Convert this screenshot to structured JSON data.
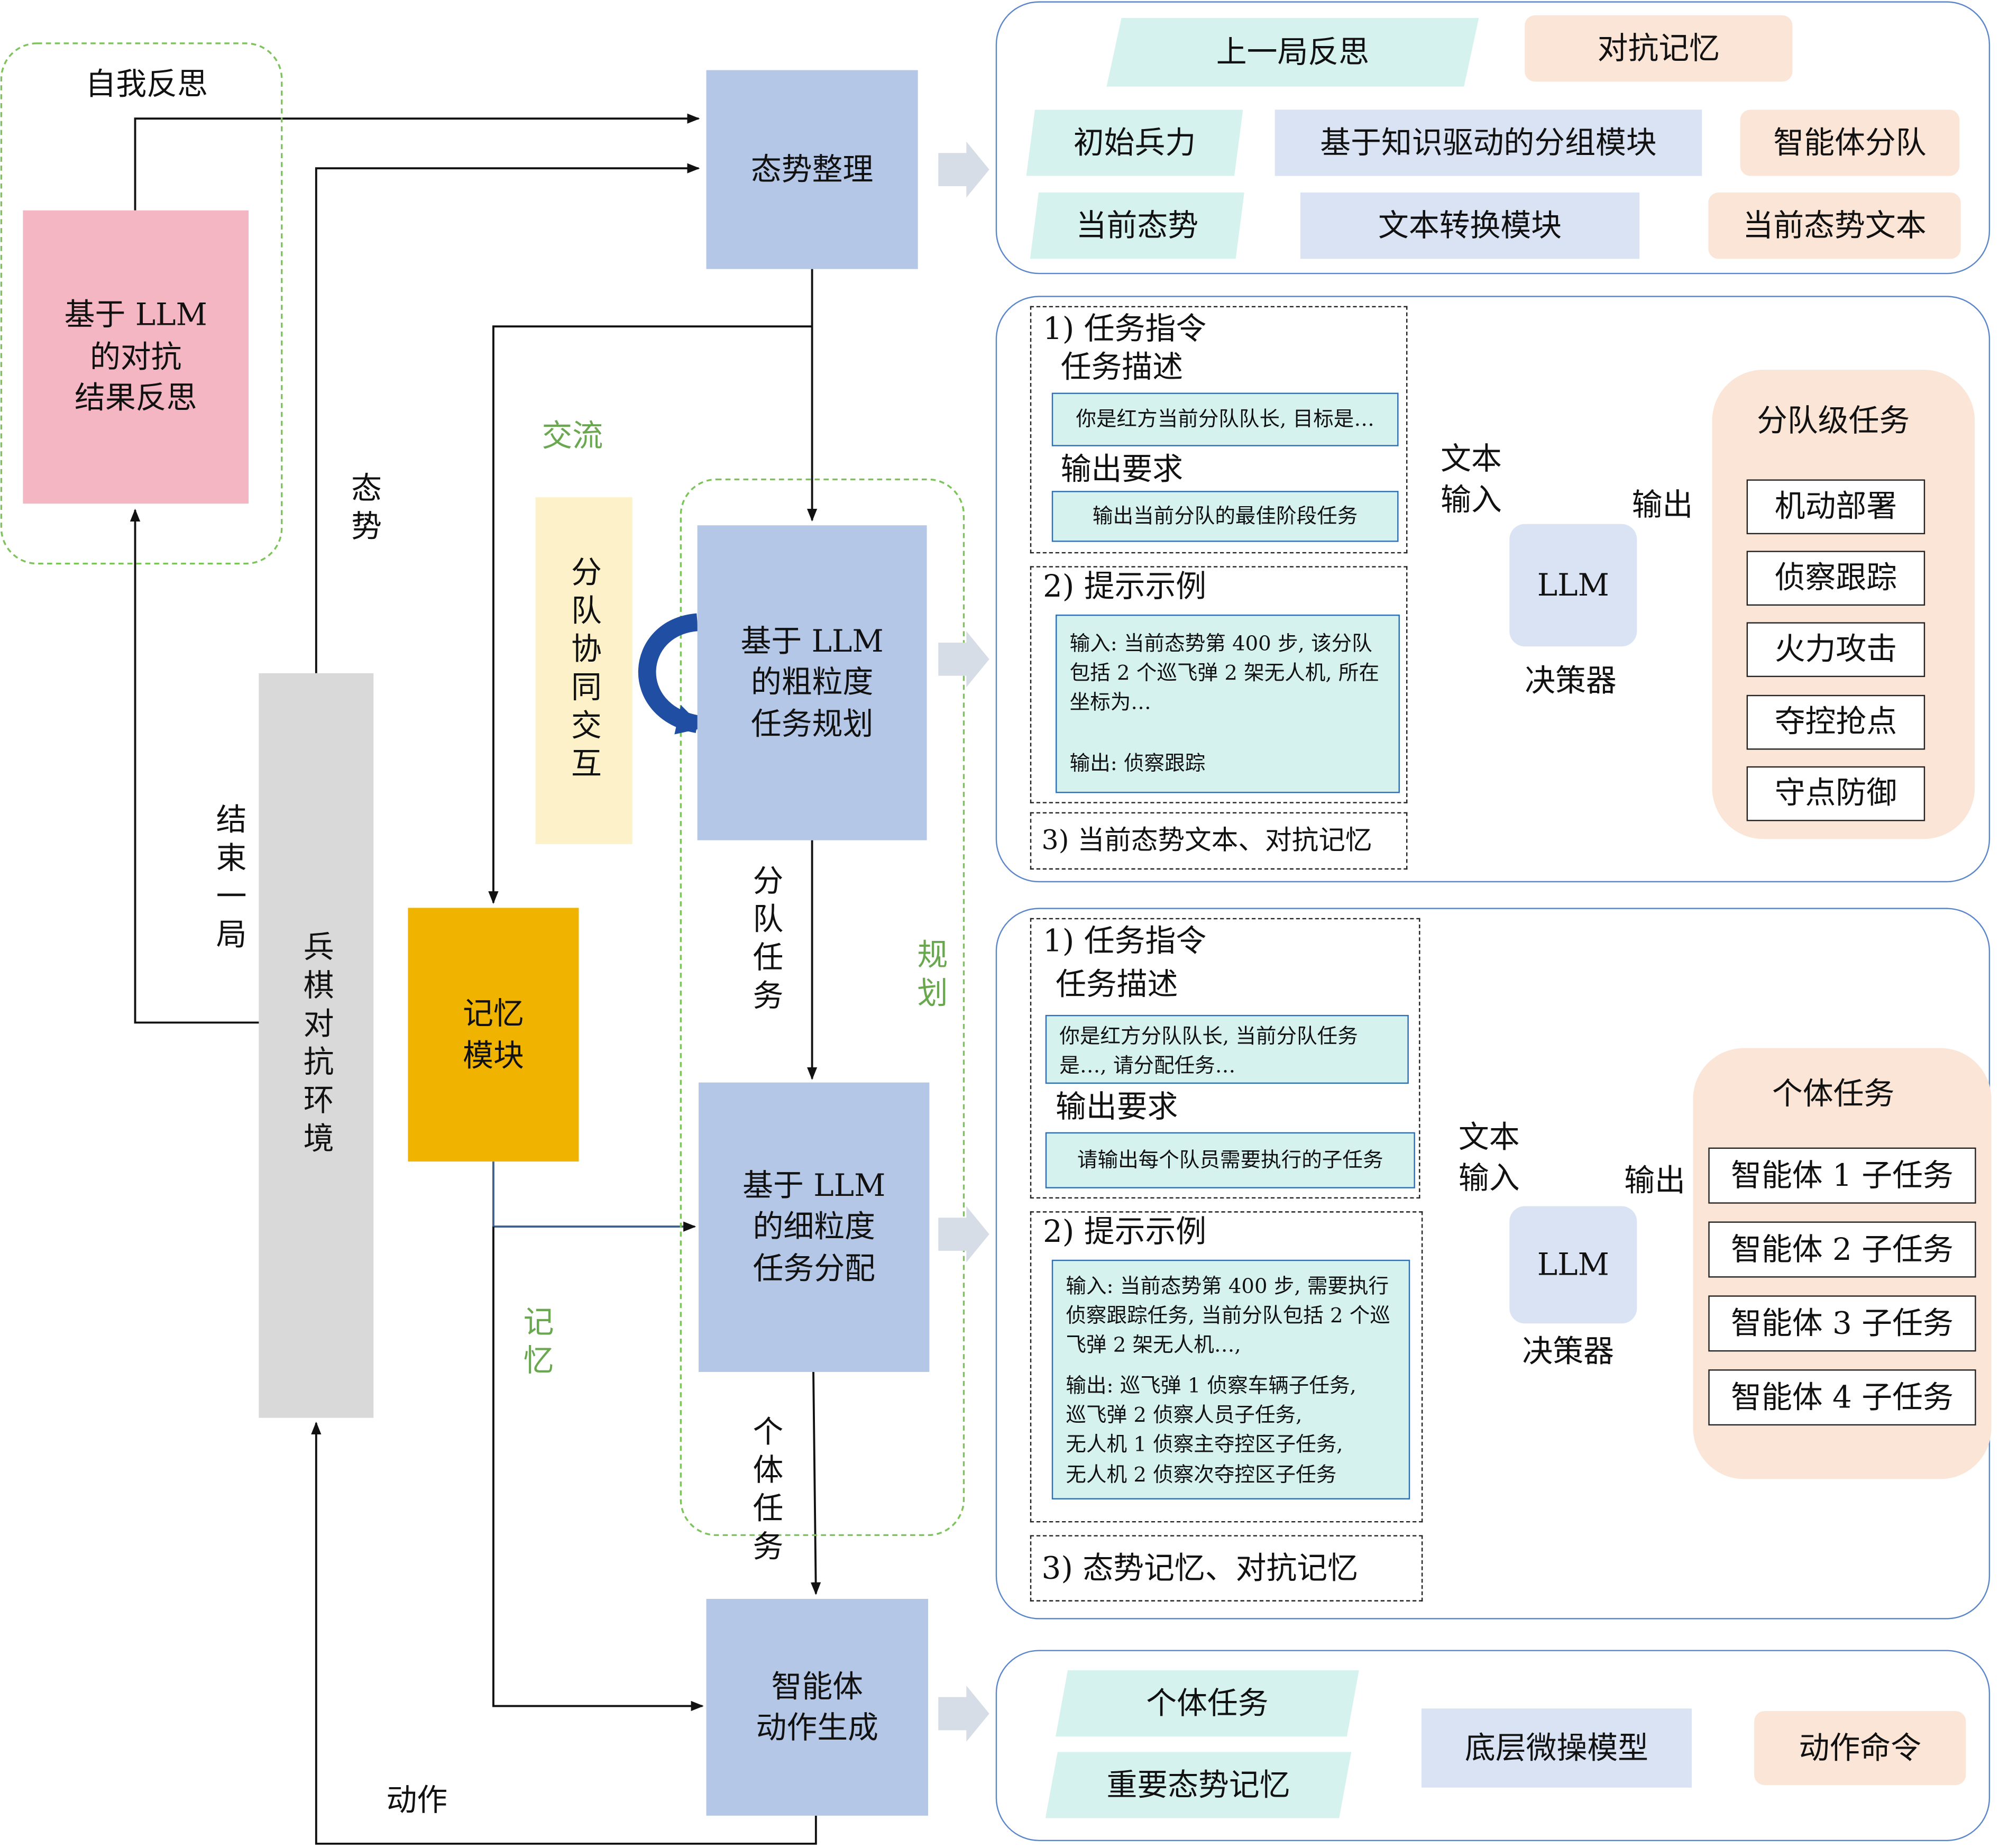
{
  "left": {
    "reflect_group_label": "自我反思",
    "reflect_box": [
      "基于 LLM",
      "的对抗",
      "结果反思"
    ],
    "situation_label": "态势",
    "end_label": "结束一局",
    "env_box": "兵棋对抗环境",
    "action_label": "动作"
  },
  "center": {
    "situation_sort": "态势整理",
    "comm_label": "交流",
    "coop_box": "分队协同交互",
    "coarse_box": [
      "基于 LLM",
      "的粗粒度",
      "任务规划"
    ],
    "squad_task_label": "分队任务",
    "plan_label": "规划",
    "memory_box": [
      "记忆",
      "模块"
    ],
    "memory_label": "记忆",
    "fine_box": [
      "基于 LLM",
      "的细粒度",
      "任务分配"
    ],
    "indiv_task_label": "个体任务",
    "action_box": [
      "智能体",
      "动作生成"
    ]
  },
  "panel1": {
    "last_reflect": "上一局反思",
    "adv_memory": "对抗记忆",
    "init_force": "初始兵力",
    "group_module": "基于知识驱动的分组模块",
    "agent_squad": "智能体分队",
    "cur_situation": "当前态势",
    "text_convert": "文本转换模块",
    "cur_situation_text": "当前态势文本"
  },
  "panel2": {
    "task_instr": "1) 任务指令",
    "task_desc": "任务描述",
    "desc_text": "你是红方当前分队队长, 目标是…",
    "out_req": "输出要求",
    "out_req_text": "输出当前分队的最佳阶段任务",
    "prompt_example": "2) 提示示例",
    "example_input": "输入: 当前态势第 400 步, 该分队包括 2 个巡飞弹 2 架无人机, 所在坐标为…",
    "example_output": "输出: 侦察跟踪",
    "cur_text": "3) 当前态势文本、对抗记忆",
    "text_input": [
      "文本",
      "输入"
    ],
    "llm": "LLM",
    "decider": "决策器",
    "output": "输出",
    "result_title": "分队级任务",
    "results": [
      "机动部署",
      "侦察跟踪",
      "火力攻击",
      "夺控抢点",
      "守点防御"
    ]
  },
  "panel3": {
    "task_instr": "1) 任务指令",
    "task_desc": "任务描述",
    "desc_text": "你是红方分队队长, 当前分队任务是…, 请分配任务…",
    "out_req": "输出要求",
    "out_req_text": "请输出每个队员需要执行的子任务",
    "prompt_example": "2) 提示示例",
    "example_input": "输入: 当前态势第 400 步, 需要执行侦察跟踪任务, 当前分队包括 2 个巡飞弹 2 架无人机…,",
    "example_output": [
      "输出: 巡飞弹 1 侦察车辆子任务,",
      "巡飞弹 2 侦察人员子任务,",
      "无人机 1 侦察主夺控区子任务,",
      "无人机 2 侦察次夺控区子任务"
    ],
    "cur_text": "3) 态势记忆、对抗记忆",
    "text_input": [
      "文本",
      "输入"
    ],
    "llm": "LLM",
    "decider": "决策器",
    "output": "输出",
    "result_title": "个体任务",
    "results": [
      "智能体 1 子任务",
      "智能体 2 子任务",
      "智能体 3 子任务",
      "智能体 4 子任务"
    ]
  },
  "panel4": {
    "indiv_task": "个体任务",
    "important_mem": "重要态势记忆",
    "micro_model": "底层微操模型",
    "action_cmd": "动作命令"
  },
  "colors": {
    "blue_box": "#b4c7e7",
    "light_blue": "#dae3f3",
    "teal": "#d5f2ef",
    "peach": "#fbe5d6",
    "pink": "#f4b6c2",
    "gray": "#d9d9d9",
    "yellow": "#fdf1c9",
    "orange": "#f0b400",
    "panel_border": "#5b86c9",
    "green_text": "#6aa84f"
  }
}
